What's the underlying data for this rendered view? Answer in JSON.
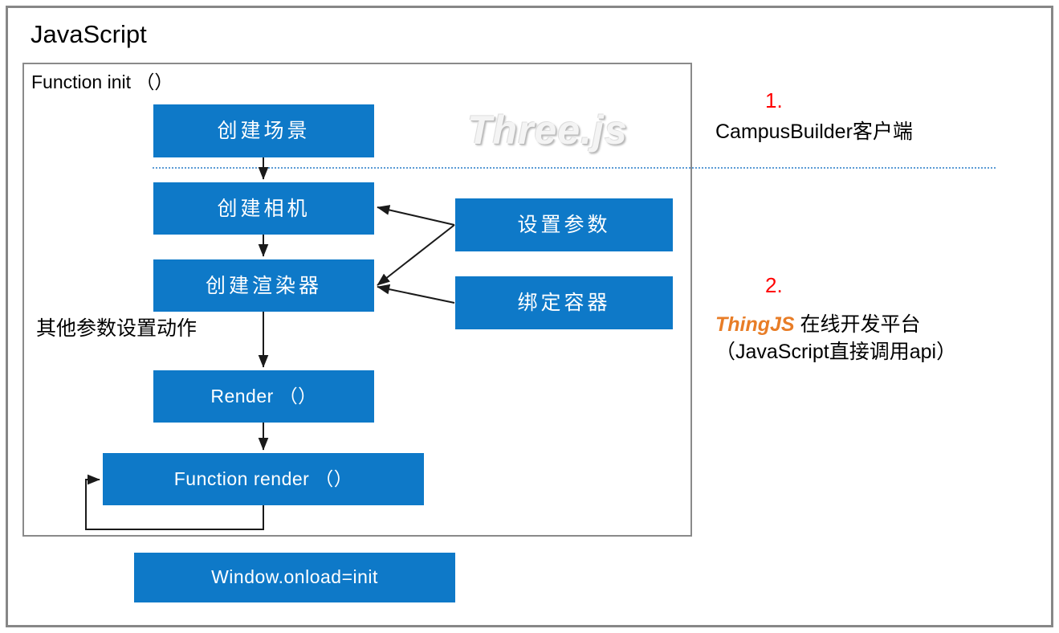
{
  "slide": {
    "title": "JavaScript",
    "init_label": "Function init （）",
    "other_params_label": "其他参数设置动作",
    "watermark": "Three.js"
  },
  "colors": {
    "box_fill": "#0E79C8",
    "box_text": "#FFFFFF",
    "frame_border": "#878787",
    "divider": "#5B9BD5",
    "marker_red": "#FF0000",
    "brand_orange": "#E87D27",
    "connector": "#1A1A1A"
  },
  "flow": {
    "main_boxes": [
      {
        "id": "create-scene",
        "label": "创建场景"
      },
      {
        "id": "create-camera",
        "label": "创建相机"
      },
      {
        "id": "create-renderer",
        "label": "创建渲染器"
      },
      {
        "id": "render-call",
        "label": "Render （）"
      },
      {
        "id": "function-render",
        "label": "Function render （）"
      }
    ],
    "side_boxes": [
      {
        "id": "set-params",
        "label": "设置参数"
      },
      {
        "id": "bind-container",
        "label": "绑定容器"
      }
    ],
    "outer_box": {
      "id": "window-onload",
      "label": "Window.onload=init"
    }
  },
  "notes": [
    {
      "marker": "1.",
      "line1_prefix": "",
      "line1_brand": "",
      "line1_rest": "CampusBuilder客户端",
      "line2": ""
    },
    {
      "marker": "2.",
      "line1_prefix": "",
      "line1_brand": "ThingJS",
      "line1_rest": " 在线开发平台",
      "line2": "（JavaScript直接调用api）"
    }
  ]
}
